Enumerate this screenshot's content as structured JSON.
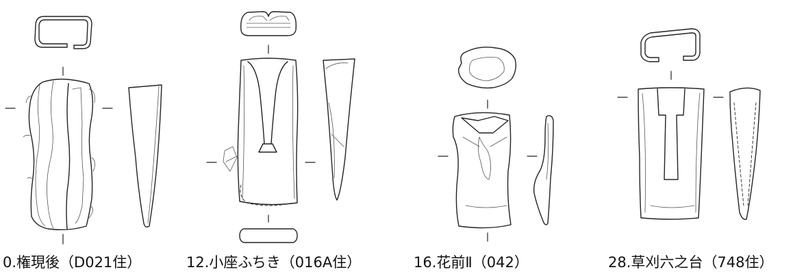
{
  "figures": [
    {
      "caption": "0.権現後（D021住）"
    },
    {
      "caption": "12.小座ふちき（016A住）"
    },
    {
      "caption": "16.花前Ⅱ（042）"
    },
    {
      "caption": "28.草刈六之台（748住）"
    }
  ]
}
